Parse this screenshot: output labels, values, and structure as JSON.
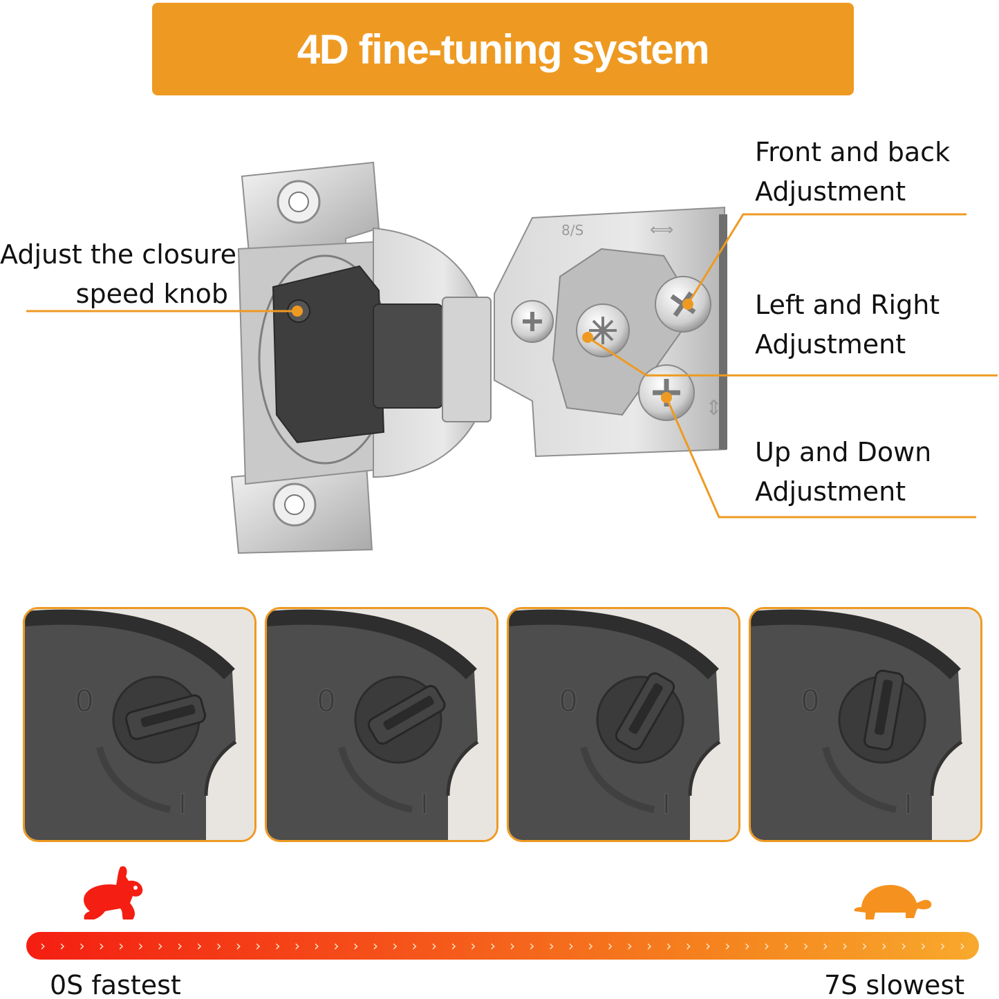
{
  "header": {
    "title": "4D fine-tuning system"
  },
  "callouts": {
    "closure_speed": [
      "Adjust the closure",
      "speed knob"
    ],
    "front_back": [
      "Front and back",
      "Adjustment"
    ],
    "left_right": [
      "Left and Right",
      "Adjustment"
    ],
    "up_down": [
      "Up and Down",
      "Adjustment"
    ]
  },
  "knob_panels": [
    {
      "label_top": "0",
      "label_bottom": "I",
      "knob_angle_deg": -15
    },
    {
      "label_top": "0",
      "label_bottom": "I",
      "knob_angle_deg": -30
    },
    {
      "label_top": "0",
      "label_bottom": "I",
      "knob_angle_deg": -60
    },
    {
      "label_top": "0",
      "label_bottom": "I",
      "knob_angle_deg": -80
    }
  ],
  "speed_scale": {
    "fast_label": "0S fastest",
    "slow_label": "7S slowest",
    "fast_icon": "rabbit-icon",
    "slow_icon": "turtle-icon"
  },
  "colors": {
    "accent": "#ee9a22",
    "fast": "#f41e12",
    "slow": "#f8a92c"
  }
}
